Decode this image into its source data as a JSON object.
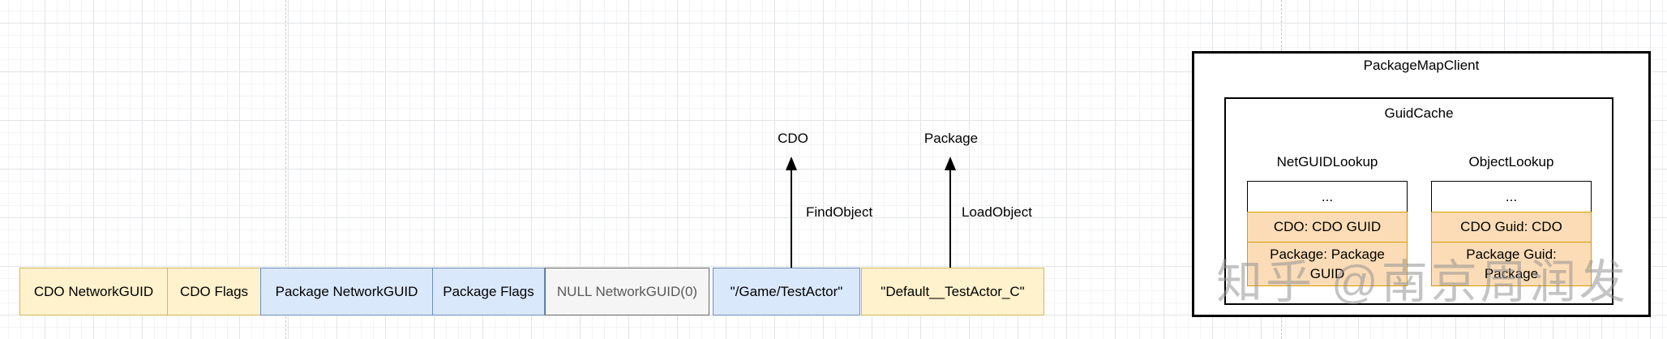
{
  "memory_row": {
    "cells": [
      {
        "label": "CDO NetworkGUID",
        "color": "yellow"
      },
      {
        "label": "CDO Flags",
        "color": "yellow"
      },
      {
        "label": "Package NetworkGUID",
        "color": "blue"
      },
      {
        "label": "Package Flags",
        "color": "blue"
      },
      {
        "label": "NULL NetworkGUID(0)",
        "color": "gray"
      },
      {
        "label": "\"/Game/TestActor\"",
        "color": "blue"
      },
      {
        "label": "\"Default__TestActor_C\"",
        "color": "yellow"
      }
    ]
  },
  "callouts": {
    "cdo_label": "CDO",
    "package_label": "Package",
    "find_object": "FindObject",
    "load_object": "LoadObject"
  },
  "package_map_client": {
    "title": "PackageMapClient",
    "guid_cache": {
      "title": "GuidCache",
      "net_guid_lookup": {
        "title": "NetGUIDLookup",
        "rows": [
          "...",
          "CDO: CDO GUID",
          "Package: Package GUID"
        ]
      },
      "object_lookup": {
        "title": "ObjectLookup",
        "rows": [
          "...",
          "CDO Guid: CDO",
          "Package Guid: Package"
        ]
      }
    }
  },
  "watermark": "知乎 @南京周润发",
  "colors": {
    "yellow_fill": "#FFF2CC",
    "yellow_border": "#D6B656",
    "blue_fill": "#DAE8FC",
    "blue_border": "#6C8EBF",
    "gray_fill": "#F5F5F5",
    "gray_border": "#666666",
    "orange_fill": "#FBDCB6",
    "orange_border": "#D79B00",
    "line_color": "#000000",
    "watermark_color": "#949494"
  }
}
